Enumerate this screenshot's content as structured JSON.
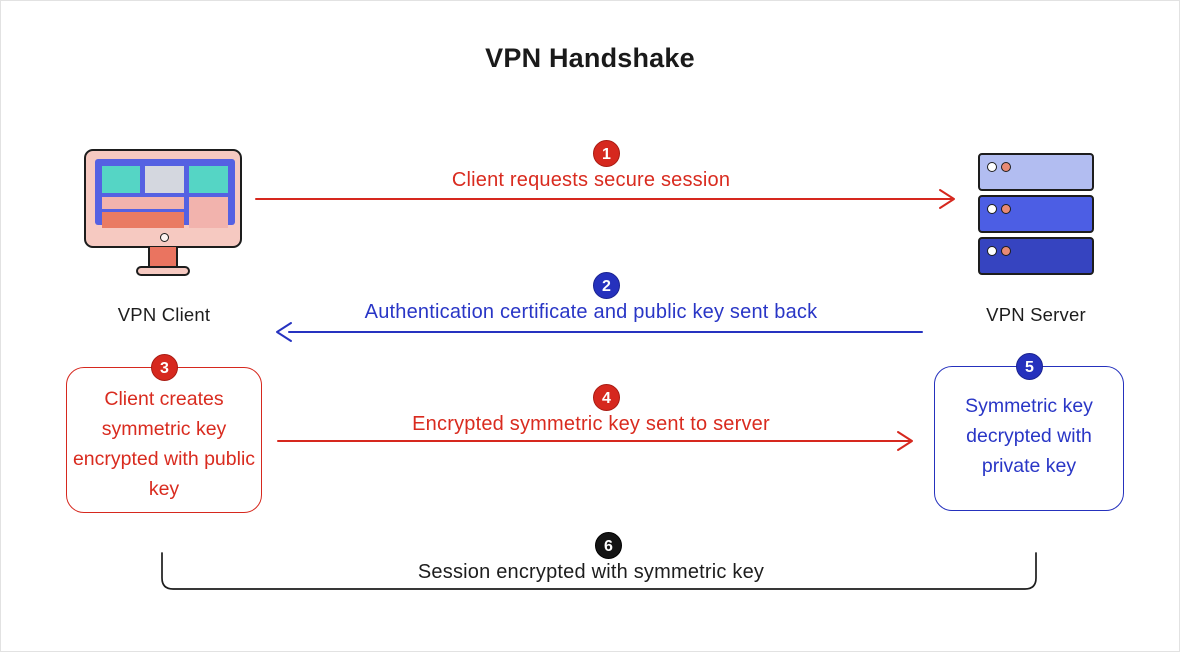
{
  "title": "VPN Handshake",
  "colors": {
    "red": "#d6281e",
    "blue": "#2531bd",
    "black": "#141414",
    "monitor_bezel_pink": "#f6c9c1",
    "monitor_screen_blue": "#5561e2",
    "tile_teal": "#55d5c5",
    "tile_gray": "#d4d7df",
    "tile_pink": "#f2b3ad",
    "tile_salmon": "#e97b63",
    "server_light": "#b2bdf1",
    "server_medium": "#4c5ee4",
    "server_dark": "#3644c0"
  },
  "client": {
    "label": "VPN Client",
    "icon": "desktop-monitor-icon"
  },
  "server": {
    "label": "VPN Server",
    "icon": "server-stack-icon"
  },
  "steps": [
    {
      "number": "1",
      "label": "Client requests secure session",
      "color": "red",
      "kind": "arrow",
      "direction": "client-to-server"
    },
    {
      "number": "2",
      "label": "Authentication certificate and public key sent back",
      "color": "blue",
      "kind": "arrow",
      "direction": "server-to-client"
    },
    {
      "number": "3",
      "label": "Client creates symmetric key encrypted with public key",
      "color": "red",
      "kind": "box",
      "side": "client"
    },
    {
      "number": "4",
      "label": "Encrypted symmetric key sent to server",
      "color": "red",
      "kind": "arrow",
      "direction": "client-to-server"
    },
    {
      "number": "5",
      "label": "Symmetric key decrypted with private key",
      "color": "blue",
      "kind": "box",
      "side": "server"
    },
    {
      "number": "6",
      "label": "Session encrypted with symmetric key",
      "color": "black",
      "kind": "bracket",
      "direction": "both"
    }
  ]
}
